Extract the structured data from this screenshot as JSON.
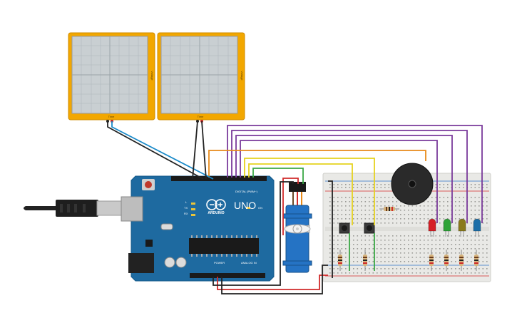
{
  "oscilloscopes": [
    {
      "time_label": "Time",
      "voltage_label": "Voltage"
    },
    {
      "time_label": "Time",
      "voltage_label": "Voltage"
    }
  ],
  "arduino": {
    "brand": "ARDUINO",
    "model": "UNO",
    "digital_label": "DIGITAL (PWM~)",
    "power_label": "POWER",
    "analog_label": "ANALOG IN",
    "tx_label": "TX",
    "rx_label": "RX",
    "l_label": "L",
    "on_label": "ON"
  },
  "leds": [
    {
      "color": "#d61f26",
      "name": "red"
    },
    {
      "color": "#2fa338",
      "name": "green"
    },
    {
      "color": "#8a7a1c",
      "name": "olive"
    },
    {
      "color": "#1d6fa8",
      "name": "blue"
    }
  ],
  "wire_colors": {
    "purple": "#7a3a9b",
    "yellow": "#e5d21f",
    "orange": "#e88a1a",
    "green": "#3aa845",
    "red": "#d12a2a",
    "black": "#222222",
    "blue": "#1a8ac9"
  }
}
